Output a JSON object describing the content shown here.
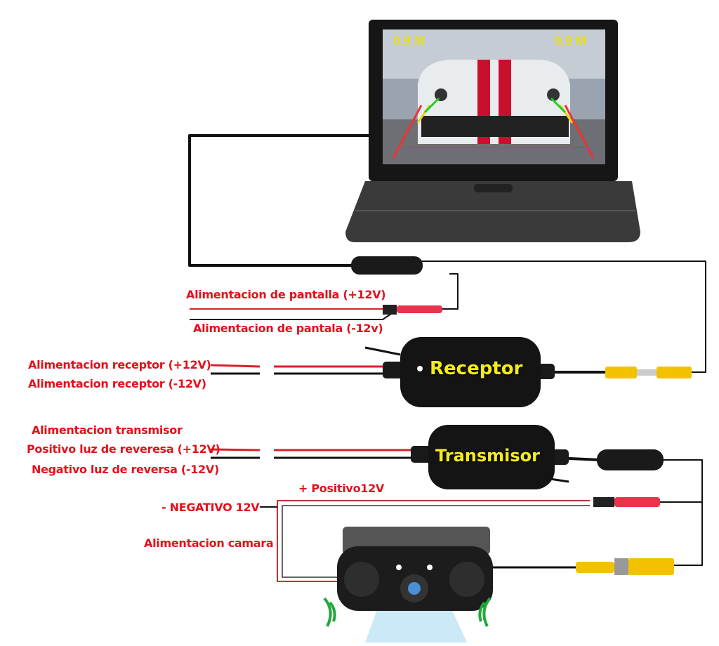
{
  "monitor": {
    "distance_left": "0.9 M",
    "distance_right": "0.9 M"
  },
  "devices": {
    "receiver": "Receptor",
    "transmitter": "Transmisor"
  },
  "labels": {
    "screen_positive": "Alimentacion de pantalla (+12V)",
    "screen_negative": "Alimentacion de pantala (-12v)",
    "receiver_positive": "Alimentacion receptor (+12V)",
    "receiver_negative": "Alimentacion receptor (-12V)",
    "transmitter_title": "Alimentacion transmisor",
    "transmitter_positive": "Positivo luz de reveresa (+12V)",
    "transmitter_negative": "Negativo luz de reversa (-12V)",
    "camera_positive": "+ Positivo12V",
    "camera_negative": "- NEGATIVO 12V",
    "camera_power": "Alimentacion camara"
  },
  "colors": {
    "label": "#e3101b",
    "device_text": "#f4ec1c",
    "rca": "#f2c200",
    "wire_red": "#d9202a"
  }
}
